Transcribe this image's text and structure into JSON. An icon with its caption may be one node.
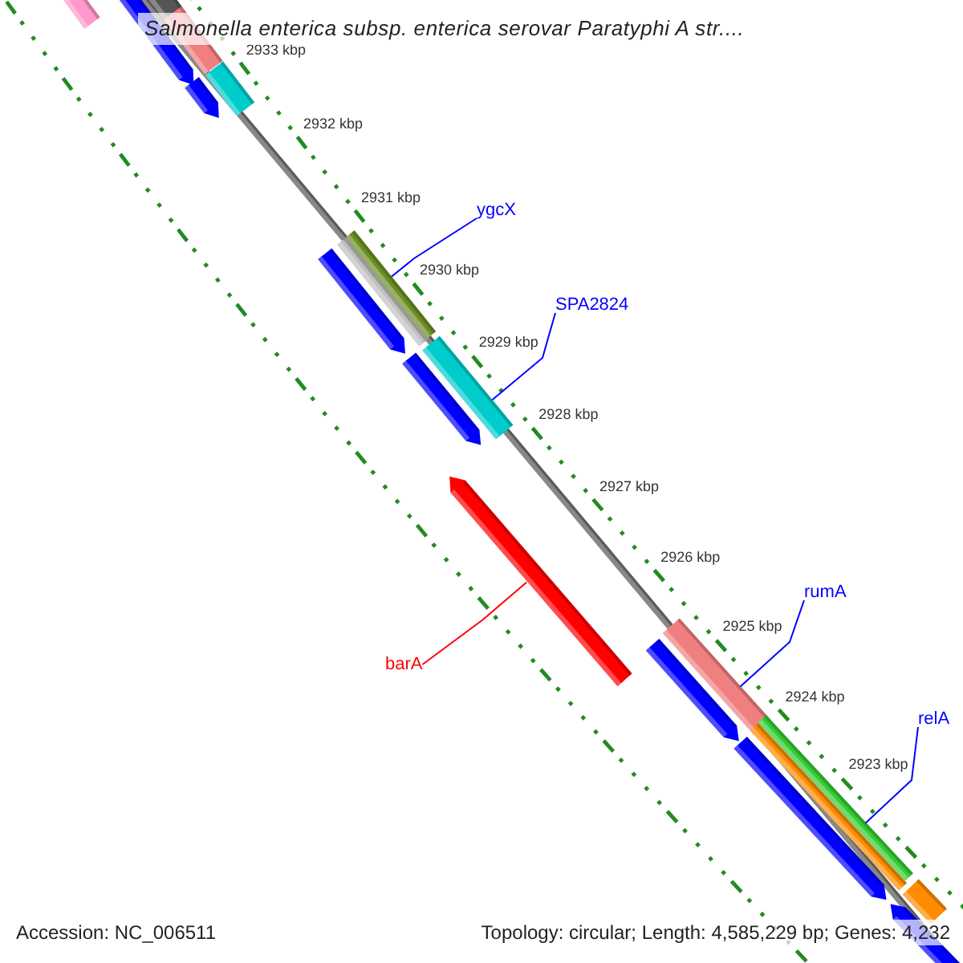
{
  "diagram": {
    "title": "Salmonella enterica subsp. enterica serovar Paratyphi A str....",
    "nodes": [
      {
        "text": [
          "ygcX"
        ]
      },
      {
        "text": [
          "SPA2824"
        ]
      },
      {
        "text": [
          "barA"
        ]
      },
      {
        "text": [
          "rumA"
        ]
      },
      {
        "text": [
          "relA"
        ]
      },
      {
        "text": [],
        "shape": "bar"
      },
      {
        "text": [],
        "shape": "bar"
      },
      {
        "text": [],
        "shape": "bar"
      },
      {
        "text": [],
        "shape": "bar"
      },
      {
        "text": [],
        "shape": "bar"
      }
    ],
    "edges": [
      {
        "from": 0,
        "to": 5,
        "arrow": "none"
      },
      {
        "from": 1,
        "to": 6,
        "arrow": "none"
      },
      {
        "from": 2,
        "to": 7,
        "arrow": "none",
        "color": "#ff0000"
      },
      {
        "from": 3,
        "to": 8,
        "arrow": "none"
      },
      {
        "from": 4,
        "to": 9,
        "arrow": "none"
      }
    ],
    "labels": [
      "2933 kbp",
      "2932 kbp",
      "2931 kbp",
      "2930 kbp",
      "2929 kbp",
      "2928 kbp",
      "2927 kbp",
      "2926 kbp",
      "2925 kbp",
      "2924 kbp",
      "2923 kbp",
      "Accession: NC_006511",
      "Topology: circular; Length: 4,585,229 bp; Genes: 4,232"
    ]
  }
}
